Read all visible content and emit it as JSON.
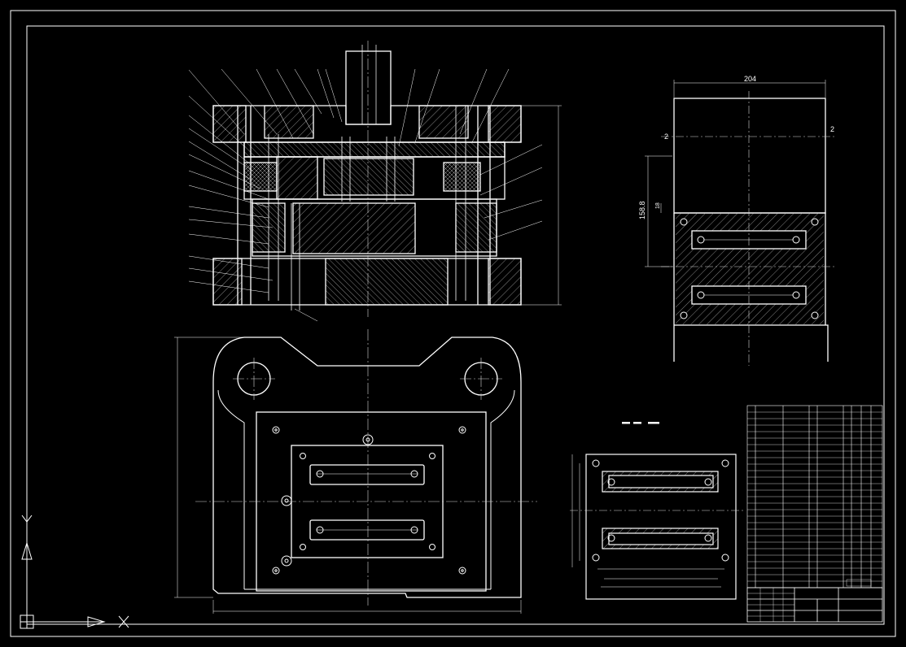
{
  "drawing": {
    "colors": {
      "background": "#000000",
      "line": "#ffffff",
      "hatch": "#bdbdbd",
      "centerline": "#d8d8d8"
    },
    "dimensions": {
      "width_top": "204",
      "height_left": "158.8",
      "offset_small": "18"
    },
    "section_marks": {
      "left": "2",
      "right": "2"
    },
    "ucs_icon": {
      "x_label": "X",
      "y_label": "Y"
    }
  }
}
